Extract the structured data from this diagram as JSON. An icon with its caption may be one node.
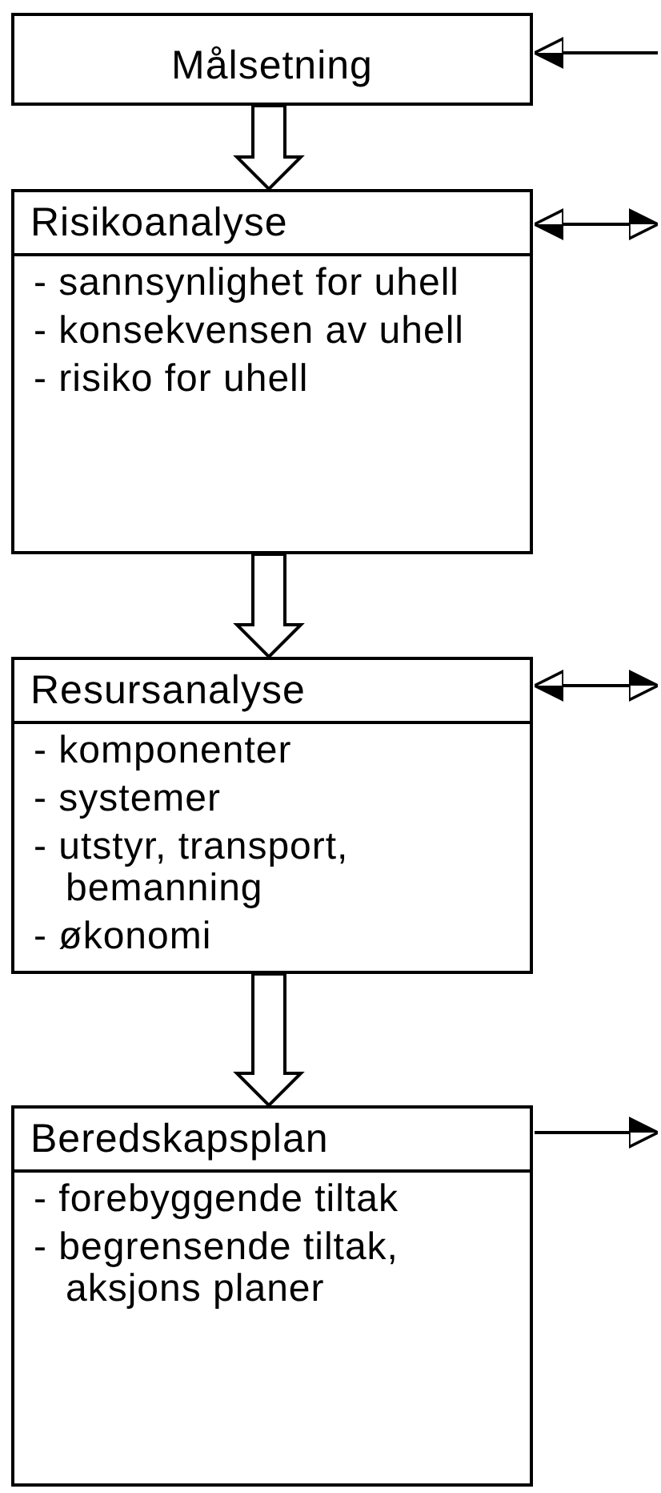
{
  "diagram": {
    "nodes": [
      {
        "text": [
          "Målsetning"
        ]
      },
      {
        "text": [
          "Risikoanalyse",
          "- sannsynlighet for uhell",
          "- konsekvensen av uhell",
          "- risiko for uhell"
        ]
      },
      {
        "text": [
          "Resursanalyse",
          "- komponenter",
          "- systemer",
          "- utstyr, transport, bemanning",
          "- økonomi"
        ]
      },
      {
        "text": [
          "Beredskapsplan",
          "- forebyggende tiltak",
          "- begrensende tiltak, aksjons planer"
        ]
      }
    ],
    "edges": [
      {
        "from": 0,
        "to": 1,
        "arrow": "to",
        "style": "thick"
      },
      {
        "from": 1,
        "to": 2,
        "arrow": "to",
        "style": "thick"
      },
      {
        "from": 2,
        "to": 3,
        "arrow": "to",
        "style": "thick"
      },
      {
        "from": null,
        "to": 0,
        "arrow": "to"
      },
      {
        "from": 1,
        "to": null,
        "arrow": "both"
      },
      {
        "from": 2,
        "to": null,
        "arrow": "both"
      },
      {
        "from": 3,
        "to": null,
        "arrow": "to"
      }
    ]
  }
}
